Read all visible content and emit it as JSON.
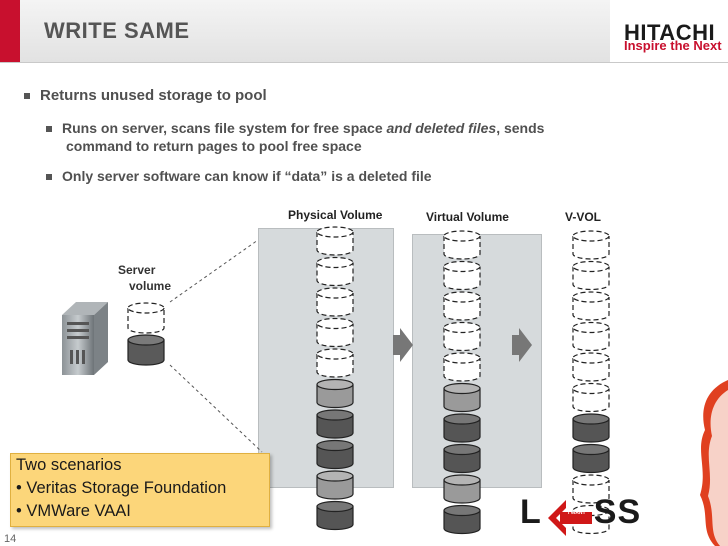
{
  "slide": {
    "title": "WRITE SAME",
    "page_number": "14",
    "accent_color": "#c8102e"
  },
  "logo": {
    "wordmark": "HITACHI",
    "tagline": "Inspire the Next"
  },
  "bullets": {
    "main": "Returns unused storage to pool",
    "sub1_part1": "Runs on server, scans file system for free space ",
    "sub1_italic": "and deleted files",
    "sub1_part2": ", sends",
    "sub1_line2": "command to return pages to pool free space",
    "sub2": "Only server software can know if “data” is a deleted file"
  },
  "diagram": {
    "server_label_1": "Server",
    "server_label_2": "volume",
    "physical_label": "Physical Volume",
    "virtual_label": "Virtual Volume",
    "vvol_label": "V-VOL",
    "icon": "server-tower-icon"
  },
  "scenarios": {
    "title": "Two scenarios",
    "item1": "• Veritas Storage Foundation",
    "item2": "• VMWare VAAI"
  },
  "brand_less": {
    "left": "L",
    "right": "SS",
    "sub": "I WANT"
  }
}
